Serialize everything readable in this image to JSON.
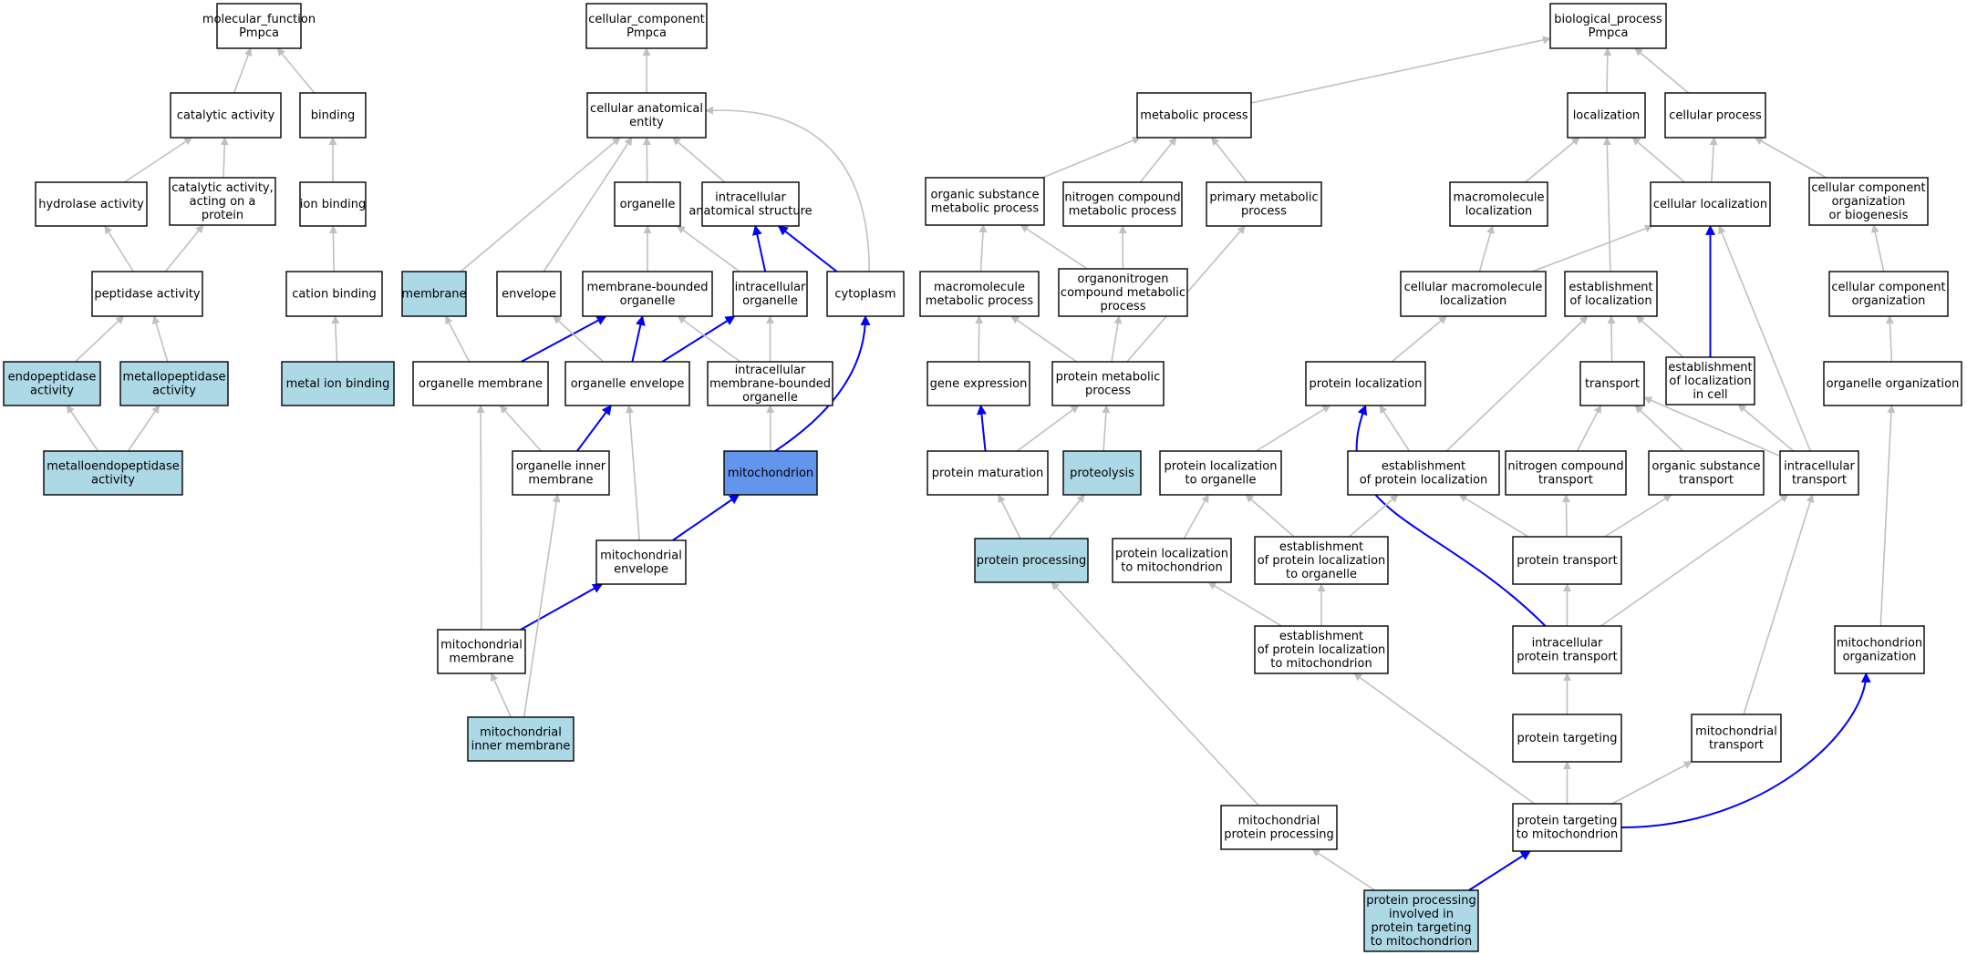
{
  "colors": {
    "node_default": "#ffffff",
    "node_annotated": "#add8e6",
    "node_focus": "#6495ed",
    "edge_default": "#c0c0c0",
    "edge_path": "#0000ff",
    "border": "#000000"
  },
  "nodes": [
    {
      "id": "mf",
      "lines": [
        "molecular_function",
        "Pmpca"
      ],
      "fill": "default"
    },
    {
      "id": "cc",
      "lines": [
        "cellular_component",
        "Pmpca"
      ],
      "fill": "default"
    },
    {
      "id": "bp",
      "lines": [
        "biological_process",
        "Pmpca"
      ],
      "fill": "default"
    },
    {
      "id": "catalytic",
      "lines": [
        "catalytic activity"
      ],
      "fill": "default"
    },
    {
      "id": "binding",
      "lines": [
        "binding"
      ],
      "fill": "default"
    },
    {
      "id": "hydrolase",
      "lines": [
        "hydrolase activity"
      ],
      "fill": "default"
    },
    {
      "id": "catprot",
      "lines": [
        "catalytic activity,",
        "acting on a",
        "protein"
      ],
      "fill": "default"
    },
    {
      "id": "ionbind",
      "lines": [
        "ion binding"
      ],
      "fill": "default"
    },
    {
      "id": "peptidase",
      "lines": [
        "peptidase activity"
      ],
      "fill": "default"
    },
    {
      "id": "cationbind",
      "lines": [
        "cation binding"
      ],
      "fill": "default"
    },
    {
      "id": "endopep",
      "lines": [
        "endopeptidase",
        "activity"
      ],
      "fill": "annotated"
    },
    {
      "id": "metallopep",
      "lines": [
        "metallopeptidase",
        "activity"
      ],
      "fill": "annotated"
    },
    {
      "id": "metalion",
      "lines": [
        "metal ion binding"
      ],
      "fill": "annotated"
    },
    {
      "id": "metalloendo",
      "lines": [
        "metalloendopeptidase",
        "activity"
      ],
      "fill": "annotated"
    },
    {
      "id": "cae",
      "lines": [
        "cellular anatomical",
        "entity"
      ],
      "fill": "default"
    },
    {
      "id": "organelle",
      "lines": [
        "organelle"
      ],
      "fill": "default"
    },
    {
      "id": "ias",
      "lines": [
        "intracellular",
        "anatomical structure"
      ],
      "fill": "default"
    },
    {
      "id": "membrane",
      "lines": [
        "membrane"
      ],
      "fill": "annotated"
    },
    {
      "id": "envelope",
      "lines": [
        "envelope"
      ],
      "fill": "default"
    },
    {
      "id": "mbo",
      "lines": [
        "membrane-bounded",
        "organelle"
      ],
      "fill": "default"
    },
    {
      "id": "io",
      "lines": [
        "intracellular",
        "organelle"
      ],
      "fill": "default"
    },
    {
      "id": "cytoplasm",
      "lines": [
        "cytoplasm"
      ],
      "fill": "default"
    },
    {
      "id": "orgmem",
      "lines": [
        "organelle membrane"
      ],
      "fill": "default"
    },
    {
      "id": "orgenv",
      "lines": [
        "organelle envelope"
      ],
      "fill": "default"
    },
    {
      "id": "imbo",
      "lines": [
        "intracellular",
        "membrane-bounded",
        "organelle"
      ],
      "fill": "default"
    },
    {
      "id": "oim",
      "lines": [
        "organelle inner",
        "membrane"
      ],
      "fill": "default"
    },
    {
      "id": "mito",
      "lines": [
        "mitochondrion"
      ],
      "fill": "focus"
    },
    {
      "id": "mitoenv",
      "lines": [
        "mitochondrial",
        "envelope"
      ],
      "fill": "default"
    },
    {
      "id": "mitomem",
      "lines": [
        "mitochondrial",
        "membrane"
      ],
      "fill": "default"
    },
    {
      "id": "mim",
      "lines": [
        "mitochondrial",
        "inner membrane"
      ],
      "fill": "annotated"
    },
    {
      "id": "metab",
      "lines": [
        "metabolic process"
      ],
      "fill": "default"
    },
    {
      "id": "osmp",
      "lines": [
        "organic substance",
        "metabolic process"
      ],
      "fill": "default"
    },
    {
      "id": "ncmp",
      "lines": [
        "nitrogen compound",
        "metabolic process"
      ],
      "fill": "default"
    },
    {
      "id": "pmp",
      "lines": [
        "primary metabolic",
        "process"
      ],
      "fill": "default"
    },
    {
      "id": "macmp",
      "lines": [
        "macromolecule",
        "metabolic process"
      ],
      "fill": "default"
    },
    {
      "id": "oncmp",
      "lines": [
        "organonitrogen",
        "compound metabolic",
        "process"
      ],
      "fill": "default"
    },
    {
      "id": "geneexp",
      "lines": [
        "gene expression"
      ],
      "fill": "default"
    },
    {
      "id": "protmp",
      "lines": [
        "protein metabolic",
        "process"
      ],
      "fill": "default"
    },
    {
      "id": "protmat",
      "lines": [
        "protein maturation"
      ],
      "fill": "default"
    },
    {
      "id": "proteolysis",
      "lines": [
        "proteolysis"
      ],
      "fill": "annotated"
    },
    {
      "id": "protproc",
      "lines": [
        "protein processing"
      ],
      "fill": "annotated"
    },
    {
      "id": "mitoprotproc",
      "lines": [
        "mitochondrial",
        "protein processing"
      ],
      "fill": "default"
    },
    {
      "id": "ppipt",
      "lines": [
        "protein processing",
        "involved in",
        "protein targeting",
        "to mitochondrion"
      ],
      "fill": "annotated"
    },
    {
      "id": "localization",
      "lines": [
        "localization"
      ],
      "fill": "default"
    },
    {
      "id": "cellproc",
      "lines": [
        "cellular process"
      ],
      "fill": "default"
    },
    {
      "id": "macloc",
      "lines": [
        "macromolecule",
        "localization"
      ],
      "fill": "default"
    },
    {
      "id": "cellloc",
      "lines": [
        "cellular localization"
      ],
      "fill": "default"
    },
    {
      "id": "ccob",
      "lines": [
        "cellular component",
        "organization",
        "or biogenesis"
      ],
      "fill": "default"
    },
    {
      "id": "cmacloc",
      "lines": [
        "cellular macromolecule",
        "localization"
      ],
      "fill": "default"
    },
    {
      "id": "estloc",
      "lines": [
        "establishment",
        "of localization"
      ],
      "fill": "default"
    },
    {
      "id": "cco",
      "lines": [
        "cellular component",
        "organization"
      ],
      "fill": "default"
    },
    {
      "id": "protloc",
      "lines": [
        "protein localization"
      ],
      "fill": "default"
    },
    {
      "id": "transport",
      "lines": [
        "transport"
      ],
      "fill": "default"
    },
    {
      "id": "estlocincell",
      "lines": [
        "establishment",
        "of localization",
        "in cell"
      ],
      "fill": "default"
    },
    {
      "id": "orgorg",
      "lines": [
        "organelle organization"
      ],
      "fill": "default"
    },
    {
      "id": "plto",
      "lines": [
        "protein localization",
        "to organelle"
      ],
      "fill": "default"
    },
    {
      "id": "estprotloc",
      "lines": [
        "establishment",
        "of protein localization"
      ],
      "fill": "default"
    },
    {
      "id": "nctrans",
      "lines": [
        "nitrogen compound",
        "transport"
      ],
      "fill": "default"
    },
    {
      "id": "ostrans",
      "lines": [
        "organic substance",
        "transport"
      ],
      "fill": "default"
    },
    {
      "id": "ictrans",
      "lines": [
        "intracellular",
        "transport"
      ],
      "fill": "default"
    },
    {
      "id": "pltm",
      "lines": [
        "protein localization",
        "to mitochondrion"
      ],
      "fill": "default"
    },
    {
      "id": "eplto",
      "lines": [
        "establishment",
        "of protein localization",
        "to organelle"
      ],
      "fill": "default"
    },
    {
      "id": "prottrans",
      "lines": [
        "protein transport"
      ],
      "fill": "default"
    },
    {
      "id": "epltm",
      "lines": [
        "establishment",
        "of protein localization",
        "to mitochondrion"
      ],
      "fill": "default"
    },
    {
      "id": "icprottrans",
      "lines": [
        "intracellular",
        "protein transport"
      ],
      "fill": "default"
    },
    {
      "id": "mitoorg",
      "lines": [
        "mitochondrion",
        "organization"
      ],
      "fill": "default"
    },
    {
      "id": "prottarg",
      "lines": [
        "protein targeting"
      ],
      "fill": "default"
    },
    {
      "id": "mitotrans",
      "lines": [
        "mitochondrial",
        "transport"
      ],
      "fill": "default"
    },
    {
      "id": "pttm",
      "lines": [
        "protein targeting",
        "to mitochondrion"
      ],
      "fill": "default"
    }
  ],
  "edges": [
    {
      "from": "catalytic",
      "to": "mf",
      "color": "default"
    },
    {
      "from": "binding",
      "to": "mf",
      "color": "default"
    },
    {
      "from": "hydrolase",
      "to": "catalytic",
      "color": "default"
    },
    {
      "from": "catprot",
      "to": "catalytic",
      "color": "default"
    },
    {
      "from": "ionbind",
      "to": "binding",
      "color": "default"
    },
    {
      "from": "peptidase",
      "to": "hydrolase",
      "color": "default"
    },
    {
      "from": "peptidase",
      "to": "catprot",
      "color": "default"
    },
    {
      "from": "cationbind",
      "to": "ionbind",
      "color": "default"
    },
    {
      "from": "endopep",
      "to": "peptidase",
      "color": "default"
    },
    {
      "from": "metallopep",
      "to": "peptidase",
      "color": "default"
    },
    {
      "from": "metalion",
      "to": "cationbind",
      "color": "default"
    },
    {
      "from": "metalloendo",
      "to": "endopep",
      "color": "default"
    },
    {
      "from": "metalloendo",
      "to": "metallopep",
      "color": "default"
    },
    {
      "from": "cae",
      "to": "cc",
      "color": "default"
    },
    {
      "from": "organelle",
      "to": "cae",
      "color": "default"
    },
    {
      "from": "ias",
      "to": "cae",
      "color": "default"
    },
    {
      "from": "membrane",
      "to": "cae",
      "color": "default"
    },
    {
      "from": "envelope",
      "to": "cae",
      "color": "default"
    },
    {
      "from": "cytoplasm",
      "to": "cae",
      "color": "default",
      "curve": true
    },
    {
      "from": "mbo",
      "to": "organelle",
      "color": "default"
    },
    {
      "from": "io",
      "to": "organelle",
      "color": "default"
    },
    {
      "from": "io",
      "to": "ias",
      "color": "path"
    },
    {
      "from": "cytoplasm",
      "to": "ias",
      "color": "path"
    },
    {
      "from": "orgmem",
      "to": "membrane",
      "color": "default"
    },
    {
      "from": "orgmem",
      "to": "mbo",
      "color": "path"
    },
    {
      "from": "orgenv",
      "to": "envelope",
      "color": "default"
    },
    {
      "from": "orgenv",
      "to": "mbo",
      "color": "path"
    },
    {
      "from": "orgenv",
      "to": "io",
      "color": "path"
    },
    {
      "from": "imbo",
      "to": "mbo",
      "color": "default"
    },
    {
      "from": "imbo",
      "to": "io",
      "color": "default"
    },
    {
      "from": "oim",
      "to": "orgmem",
      "color": "default"
    },
    {
      "from": "oim",
      "to": "orgenv",
      "color": "path"
    },
    {
      "from": "mito",
      "to": "imbo",
      "color": "default"
    },
    {
      "from": "mito",
      "to": "cytoplasm",
      "color": "path",
      "curve": true
    },
    {
      "from": "mitoenv",
      "to": "orgenv",
      "color": "default"
    },
    {
      "from": "mitoenv",
      "to": "mito",
      "color": "path"
    },
    {
      "from": "mitomem",
      "to": "orgmem",
      "color": "default"
    },
    {
      "from": "mitomem",
      "to": "mitoenv",
      "color": "path"
    },
    {
      "from": "mim",
      "to": "mitomem",
      "color": "default"
    },
    {
      "from": "mim",
      "to": "oim",
      "color": "default"
    },
    {
      "from": "metab",
      "to": "bp",
      "color": "default"
    },
    {
      "from": "localization",
      "to": "bp",
      "color": "default"
    },
    {
      "from": "cellproc",
      "to": "bp",
      "color": "default"
    },
    {
      "from": "osmp",
      "to": "metab",
      "color": "default"
    },
    {
      "from": "ncmp",
      "to": "metab",
      "color": "default"
    },
    {
      "from": "pmp",
      "to": "metab",
      "color": "default"
    },
    {
      "from": "macmp",
      "to": "osmp",
      "color": "default"
    },
    {
      "from": "oncmp",
      "to": "osmp",
      "color": "default"
    },
    {
      "from": "oncmp",
      "to": "ncmp",
      "color": "default"
    },
    {
      "from": "geneexp",
      "to": "macmp",
      "color": "default"
    },
    {
      "from": "protmp",
      "to": "macmp",
      "color": "default"
    },
    {
      "from": "protmp",
      "to": "oncmp",
      "color": "default"
    },
    {
      "from": "protmp",
      "to": "pmp",
      "color": "default"
    },
    {
      "from": "protmat",
      "to": "geneexp",
      "color": "path"
    },
    {
      "from": "protmat",
      "to": "protmp",
      "color": "default"
    },
    {
      "from": "proteolysis",
      "to": "protmp",
      "color": "default"
    },
    {
      "from": "protproc",
      "to": "protmat",
      "color": "default"
    },
    {
      "from": "protproc",
      "to": "proteolysis",
      "color": "default"
    },
    {
      "from": "mitoprotproc",
      "to": "protproc",
      "color": "default"
    },
    {
      "from": "ppipt",
      "to": "mitoprotproc",
      "color": "default"
    },
    {
      "from": "ppipt",
      "to": "pttm",
      "color": "path"
    },
    {
      "from": "macloc",
      "to": "localization",
      "color": "default"
    },
    {
      "from": "cellloc",
      "to": "localization",
      "color": "default"
    },
    {
      "from": "estloc",
      "to": "localization",
      "color": "default"
    },
    {
      "from": "cellloc",
      "to": "cellproc",
      "color": "default"
    },
    {
      "from": "ccob",
      "to": "cellproc",
      "color": "default"
    },
    {
      "from": "cmacloc",
      "to": "macloc",
      "color": "default"
    },
    {
      "from": "cmacloc",
      "to": "cellloc",
      "color": "default"
    },
    {
      "from": "estlocincell",
      "to": "cellloc",
      "color": "path"
    },
    {
      "from": "ictrans",
      "to": "cellloc",
      "color": "default"
    },
    {
      "from": "cco",
      "to": "ccob",
      "color": "default"
    },
    {
      "from": "protloc",
      "to": "cmacloc",
      "color": "default"
    },
    {
      "from": "transport",
      "to": "estloc",
      "color": "default"
    },
    {
      "from": "estlocincell",
      "to": "estloc",
      "color": "default"
    },
    {
      "from": "estprotloc",
      "to": "estloc",
      "color": "default"
    },
    {
      "from": "orgorg",
      "to": "cco",
      "color": "default"
    },
    {
      "from": "plto",
      "to": "protloc",
      "color": "default"
    },
    {
      "from": "estprotloc",
      "to": "protloc",
      "color": "default"
    },
    {
      "from": "icprottrans",
      "to": "protloc",
      "color": "path",
      "curve": true
    },
    {
      "from": "nctrans",
      "to": "transport",
      "color": "default"
    },
    {
      "from": "ostrans",
      "to": "transport",
      "color": "default"
    },
    {
      "from": "ictrans",
      "to": "transport",
      "color": "default"
    },
    {
      "from": "ictrans",
      "to": "estlocincell",
      "color": "default"
    },
    {
      "from": "pltm",
      "to": "plto",
      "color": "default"
    },
    {
      "from": "eplto",
      "to": "plto",
      "color": "default"
    },
    {
      "from": "eplto",
      "to": "estprotloc",
      "color": "default"
    },
    {
      "from": "prottrans",
      "to": "estprotloc",
      "color": "default"
    },
    {
      "from": "prottrans",
      "to": "nctrans",
      "color": "default"
    },
    {
      "from": "prottrans",
      "to": "ostrans",
      "color": "default"
    },
    {
      "from": "epltm",
      "to": "pltm",
      "color": "default"
    },
    {
      "from": "epltm",
      "to": "eplto",
      "color": "default"
    },
    {
      "from": "icprottrans",
      "to": "prottrans",
      "color": "default"
    },
    {
      "from": "icprottrans",
      "to": "ictrans",
      "color": "default"
    },
    {
      "from": "mitoorg",
      "to": "orgorg",
      "color": "default"
    },
    {
      "from": "prottarg",
      "to": "icprottrans",
      "color": "default"
    },
    {
      "from": "mitotrans",
      "to": "ictrans",
      "color": "default"
    },
    {
      "from": "pttm",
      "to": "epltm",
      "color": "default"
    },
    {
      "from": "pttm",
      "to": "prottarg",
      "color": "default"
    },
    {
      "from": "pttm",
      "to": "mitotrans",
      "color": "default"
    },
    {
      "from": "pttm",
      "to": "mitoorg",
      "color": "path",
      "curve": true
    }
  ]
}
